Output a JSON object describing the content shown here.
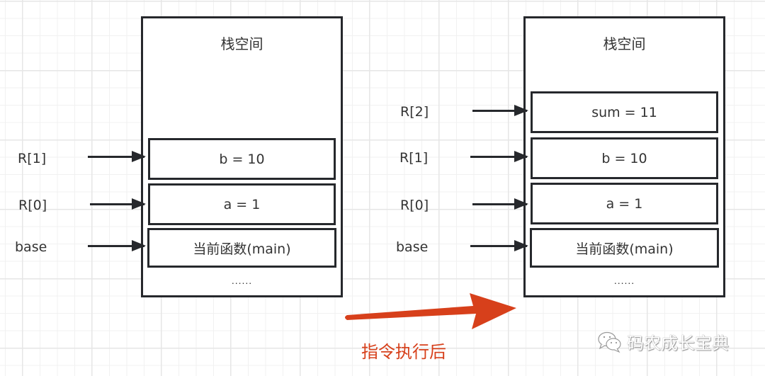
{
  "diagram": {
    "before": {
      "title": "栈空间",
      "cells": [
        {
          "text": "b = 10",
          "pointer": "R[1]"
        },
        {
          "text": "a = 1",
          "pointer": "R[0]"
        },
        {
          "text": "当前函数(main)",
          "pointer": "base"
        }
      ],
      "ellipsis": "......"
    },
    "after": {
      "title": "栈空间",
      "cells": [
        {
          "text": "sum = 11",
          "pointer": "R[2]"
        },
        {
          "text": "b = 10",
          "pointer": "R[1]"
        },
        {
          "text": "a = 1",
          "pointer": "R[0]"
        },
        {
          "text": "当前函数(main)",
          "pointer": "base"
        }
      ],
      "ellipsis": "......"
    },
    "transition": {
      "label": "指令执行后",
      "color": "#d7401b"
    },
    "watermark": {
      "icon": "wechat-icon",
      "text": "码农成长宝典"
    }
  }
}
